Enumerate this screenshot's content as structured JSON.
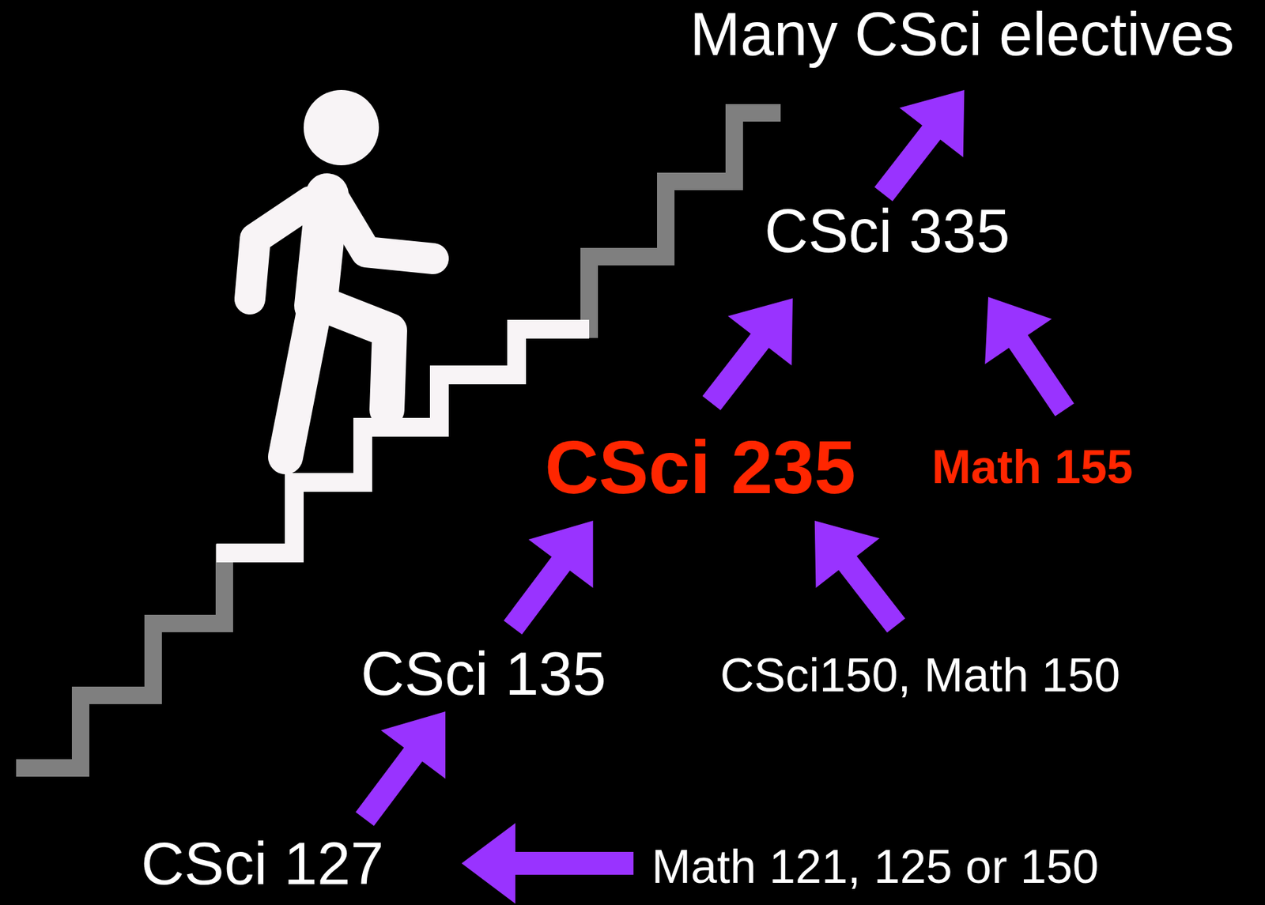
{
  "diagram": {
    "nodes": [
      {
        "text": [
          "Many CSci electives"
        ]
      },
      {
        "text": [
          "CSci 335"
        ]
      },
      {
        "text": [
          "CSci 235"
        ]
      },
      {
        "text": [
          "Math 155"
        ]
      },
      {
        "text": [
          "CSci 135"
        ]
      },
      {
        "text": [
          "CSci150, Math 150"
        ]
      },
      {
        "text": [
          "CSci 127"
        ]
      },
      {
        "text": [
          "Math 121, 125 or 150"
        ]
      }
    ],
    "edges": [
      {
        "from": 1,
        "to": 0,
        "arrow": "to"
      },
      {
        "from": 2,
        "to": 1,
        "arrow": "to"
      },
      {
        "from": 3,
        "to": 1,
        "arrow": "to"
      },
      {
        "from": 4,
        "to": 2,
        "arrow": "to"
      },
      {
        "from": 5,
        "to": 2,
        "arrow": "to"
      },
      {
        "from": 6,
        "to": 4,
        "arrow": "to"
      },
      {
        "from": 7,
        "to": 6,
        "arrow": "to"
      }
    ]
  }
}
